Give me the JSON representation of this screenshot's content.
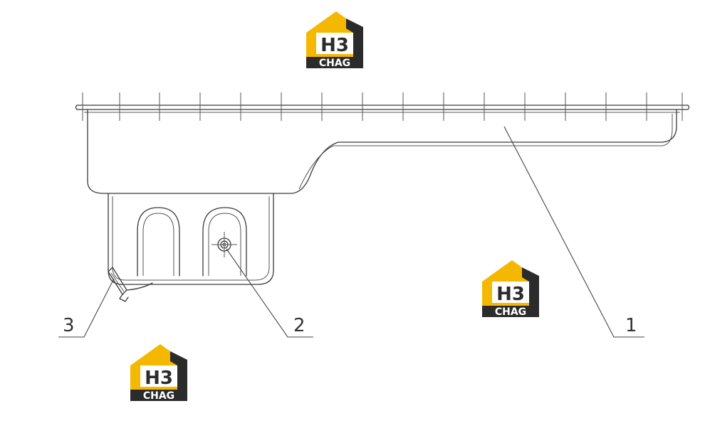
{
  "logo": {
    "mark_text": "H3",
    "brand_text": "CHAG",
    "colors": {
      "yellow": "#f5b800",
      "dark": "#2b2b2b",
      "white": "#ffffff"
    }
  },
  "callouts": [
    {
      "number": "1"
    },
    {
      "number": "2"
    },
    {
      "number": "3"
    }
  ],
  "colors": {
    "line": "#3a3a3a",
    "background": "#ffffff"
  }
}
